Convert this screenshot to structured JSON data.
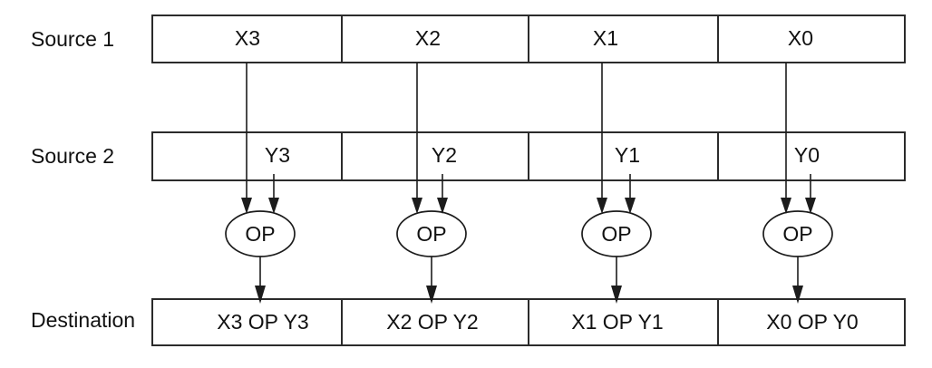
{
  "diagram": {
    "rows": {
      "source1": {
        "label": "Source 1",
        "cells": [
          "X3",
          "X2",
          "X1",
          "X0"
        ]
      },
      "source2": {
        "label": "Source 2",
        "cells": [
          "Y3",
          "Y2",
          "Y1",
          "Y0"
        ]
      },
      "destination": {
        "label": "Destination",
        "cells": [
          "X3 OP Y3",
          "X2 OP Y2",
          "X1 OP Y1",
          "X0 OP Y0"
        ]
      }
    },
    "operators": [
      "OP",
      "OP",
      "OP",
      "OP"
    ],
    "colors": {
      "line": "#2b2b2b",
      "text": "#111111",
      "background": "#ffffff"
    }
  }
}
